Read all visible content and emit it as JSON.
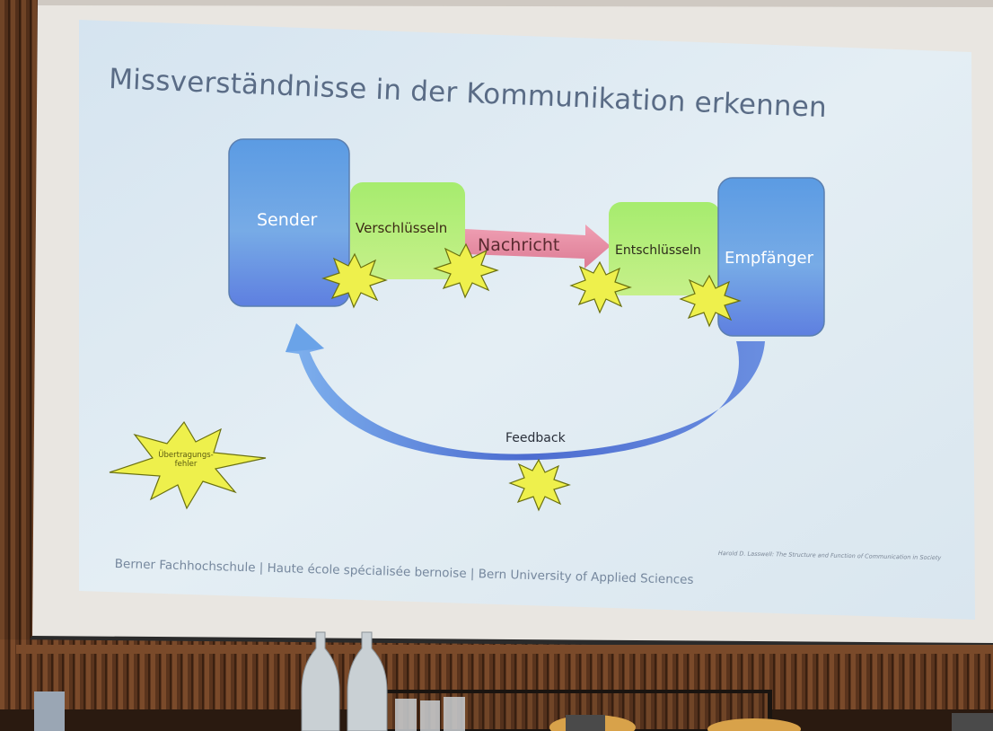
{
  "slide": {
    "title": "Missverständnisse in der Kommunikation erkennen",
    "sender": "Sender",
    "encode": "Verschlüsseln",
    "message": "Nachricht",
    "decode": "Entschlüsseln",
    "receiver": "Empfänger",
    "feedback": "Feedback",
    "legend": "Übertragungs-\nfehler",
    "citation": "Harold D. Lasswell: The Structure and Function of Communication in Society",
    "footer": "Berner Fachhochschule | Haute école spécialisée bernoise | Bern University of Applied Sciences"
  },
  "colors": {
    "slide_bg": "#dde9f1",
    "box_blue": "#6fa3e0",
    "box_green": "#b8ec7a",
    "arrow_pink": "#e58aa2",
    "star_yellow": "#e8f04a",
    "wood": "#5a3520"
  }
}
